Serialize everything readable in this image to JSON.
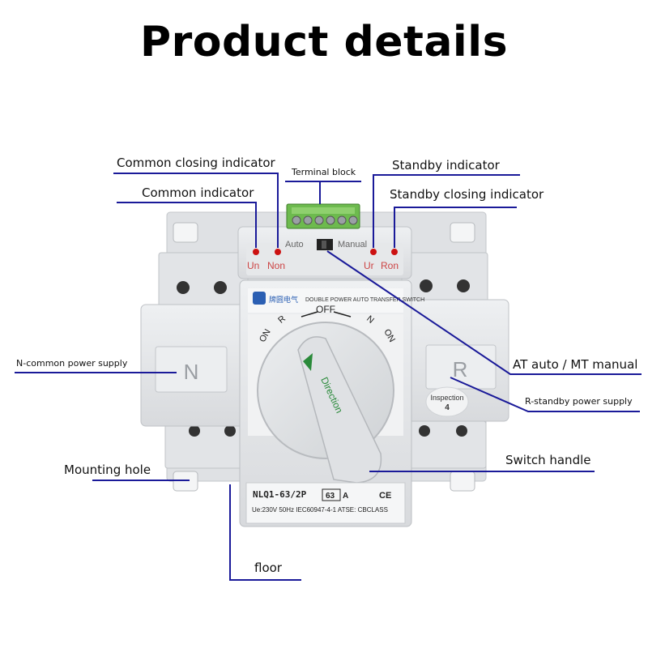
{
  "title": "Product details",
  "labels": {
    "common_closing_indicator": "Common closing indicator",
    "terminal_block": "Terminal block",
    "standby_indicator": "Standby indicator",
    "common_indicator": "Common indicator",
    "standby_closing_indicator": "Standby closing indicator",
    "at_mt": "AT auto / MT manual",
    "n_supply": "N-common power supply",
    "r_supply": "R-standby power supply",
    "mounting_hole": "Mounting hole",
    "switch_handle": "Switch handle",
    "floor": "floor"
  },
  "device": {
    "auto": "Auto",
    "manual": "Manual",
    "un": "Un",
    "non": "Non",
    "ur": "Ur",
    "ron": "Ron",
    "brand": "牌圆电气",
    "subtitle": "DOUBLE POWER AUTO TRANSFER SWITCH",
    "off": "OFF",
    "on_left": "ON",
    "r": "R",
    "n": "N",
    "on_right": "ON",
    "handle_text": "Direction",
    "n_box": "N",
    "r_box": "R",
    "inspection": "Inspection",
    "inspection_num": "4",
    "model": "NLQ1-63/2P",
    "rating": "63",
    "rating_unit": "A",
    "ce": "CE",
    "spec": "Ue:230V  50Hz  IEC60947-4-1 ATSE: CBCLASS"
  },
  "colors": {
    "leader": "#1a1a99",
    "body": "#e4e6e8",
    "indicator": "#cc1111"
  }
}
